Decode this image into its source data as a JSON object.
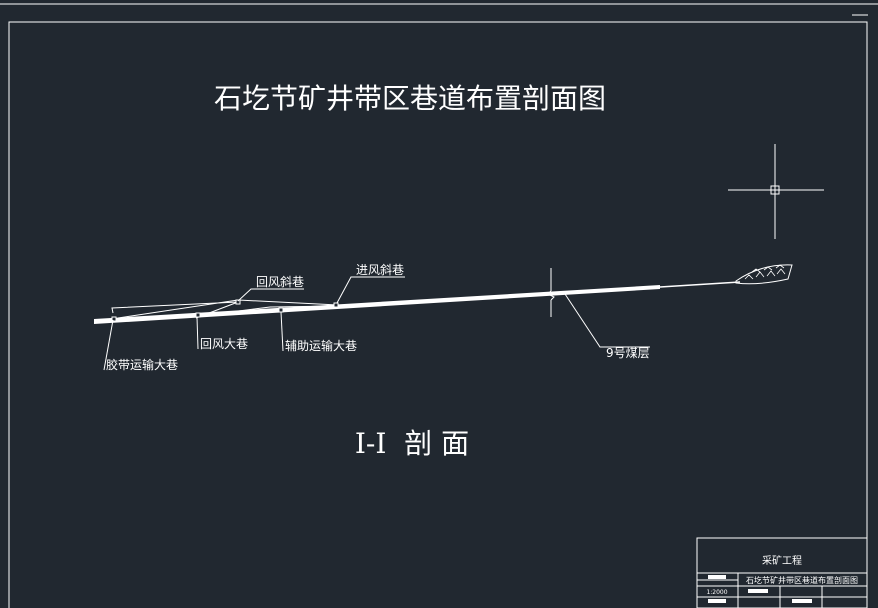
{
  "drawing": {
    "title": "石圪节矿井带区巷道布置剖面图",
    "section_name": "I-I  剖 面"
  },
  "labels": {
    "return_air_incline": "回风斜巷",
    "intake_air_incline": "进风斜巷",
    "return_air_main": "回风大巷",
    "aux_transport_main": "辅助运输大巷",
    "belt_transport_main": "胶带运输大巷",
    "coal_seam": "9号煤层"
  },
  "title_block": {
    "org": "采矿工程",
    "drawing_name": "石圪节矿井带区巷道布置剖面图",
    "scale": "1:2000"
  },
  "colors": {
    "background": "#212830",
    "line": "#ffffff"
  }
}
